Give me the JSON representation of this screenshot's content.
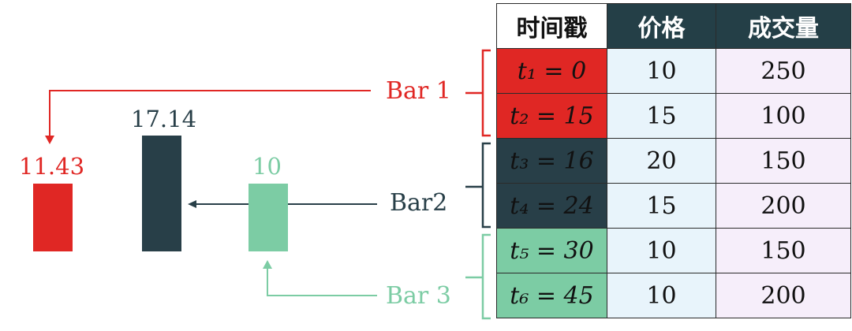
{
  "colors": {
    "red": "#e02724",
    "dark": "#283f48",
    "green": "#7ccca4",
    "price_bg": "#e8f4fb",
    "volume_bg": "#f6eefa"
  },
  "bars": [
    {
      "name": "Bar 1",
      "value": "11.43",
      "color": "#e02724"
    },
    {
      "name": "Bar2",
      "value": "17.14",
      "color": "#283f48"
    },
    {
      "name": "Bar 3",
      "value": "10",
      "color": "#7ccca4"
    }
  ],
  "table": {
    "headers": [
      "时间戳",
      "价格",
      "成交量"
    ],
    "rows": [
      {
        "t": "t₁ = 0",
        "price": "10",
        "volume": "250",
        "bar": 0
      },
      {
        "t": "t₂ = 15",
        "price": "15",
        "volume": "100",
        "bar": 0
      },
      {
        "t": "t₃ = 16",
        "price": "20",
        "volume": "150",
        "bar": 1
      },
      {
        "t": "t₄ = 24",
        "price": "15",
        "volume": "200",
        "bar": 1
      },
      {
        "t": "t₅ = 30",
        "price": "10",
        "volume": "150",
        "bar": 2
      },
      {
        "t": "t₆ = 45",
        "price": "10",
        "volume": "200",
        "bar": 2
      }
    ]
  }
}
